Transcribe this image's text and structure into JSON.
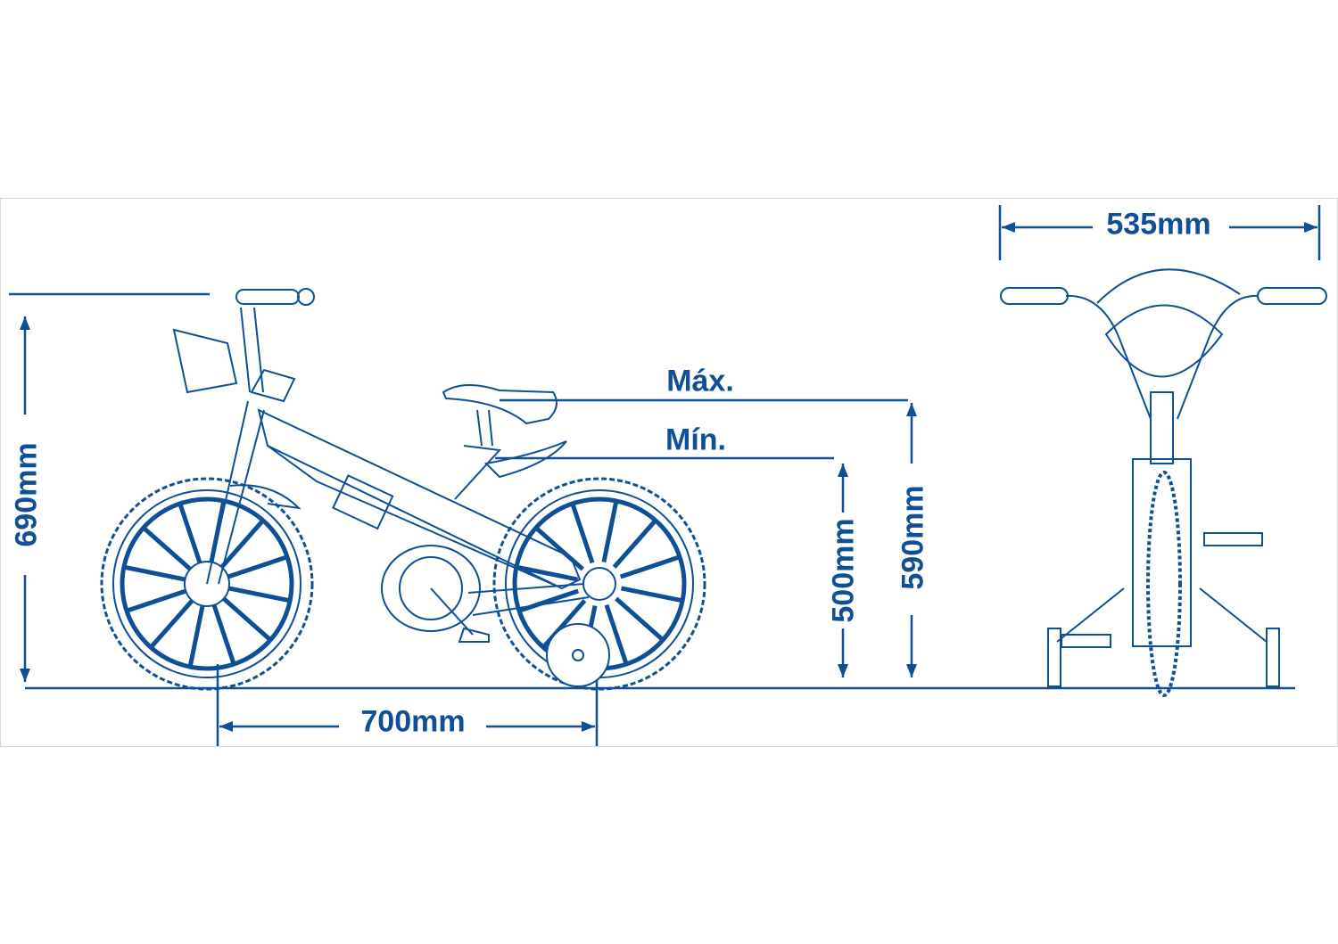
{
  "colors": {
    "ink": "#0e4f95",
    "frame": "#d8d8d8"
  },
  "dimensions": {
    "height_total": "690mm",
    "wheelbase": "700mm",
    "seat_min": "500mm",
    "seat_max": "590mm",
    "handlebar_width": "535mm",
    "max_label": "Máx.",
    "min_label": "Mín."
  }
}
